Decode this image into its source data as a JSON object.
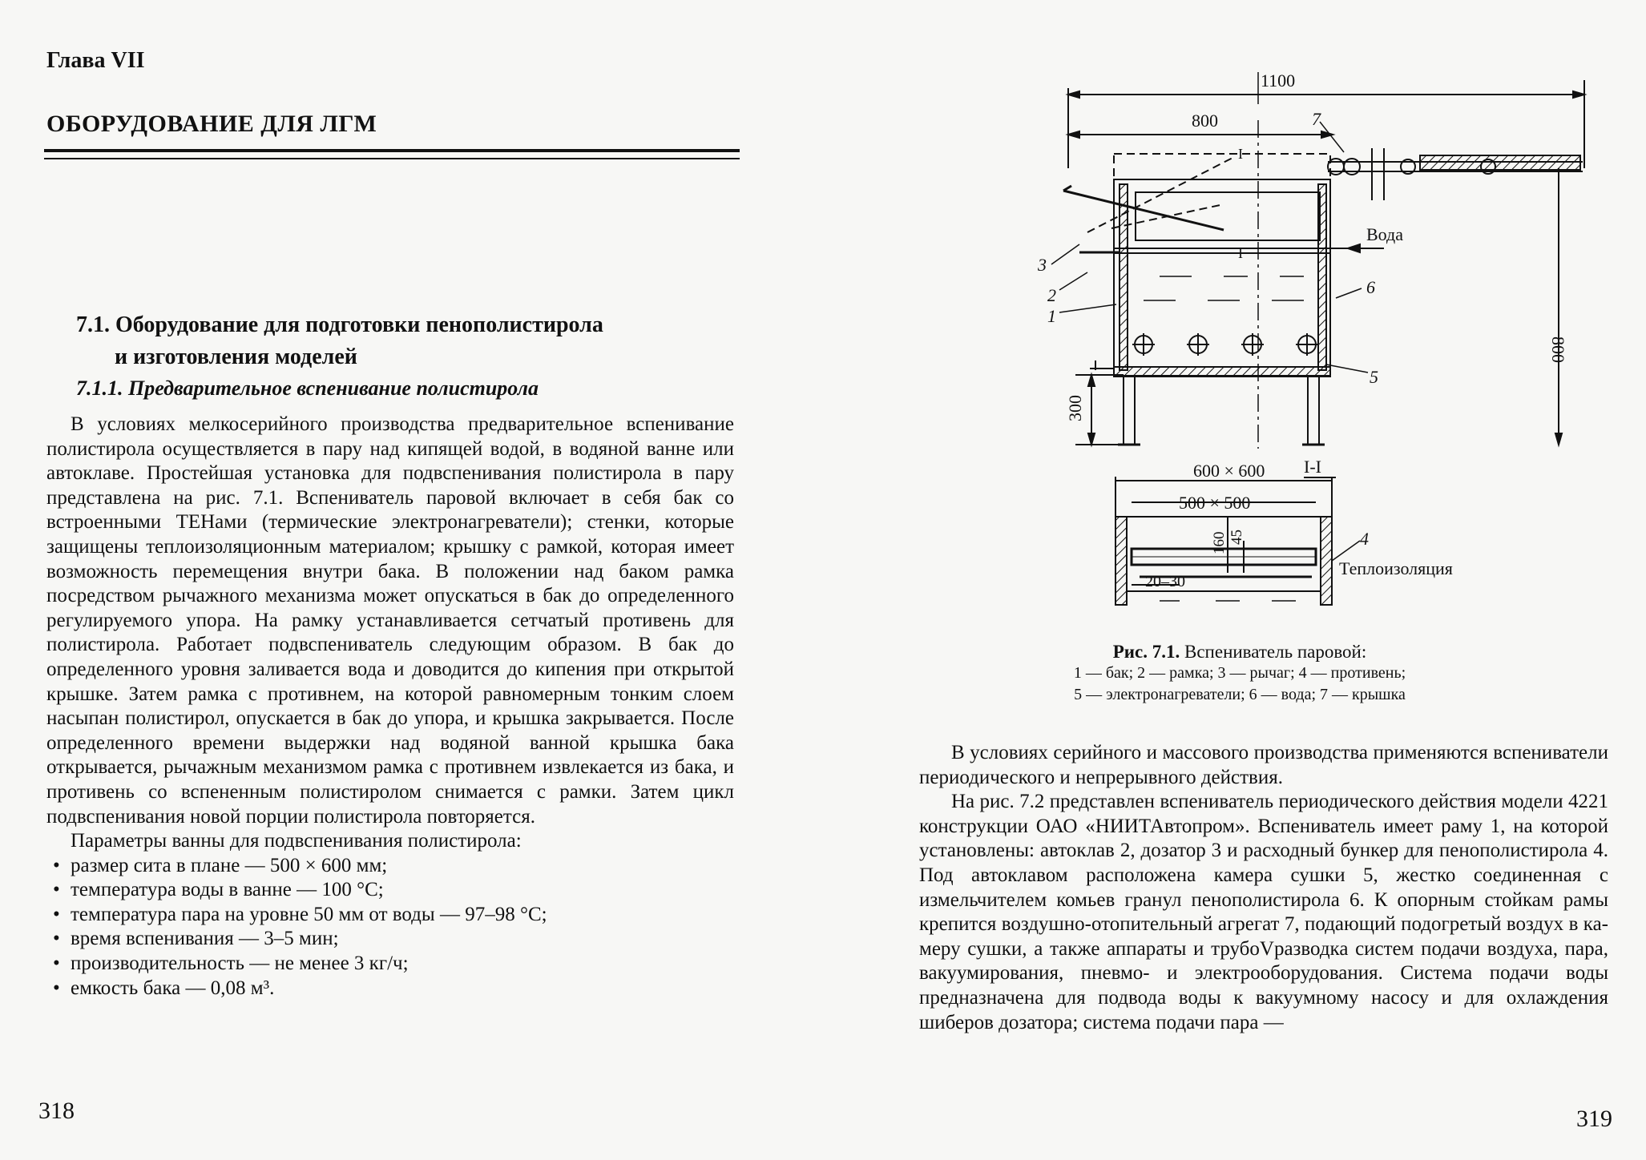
{
  "left_page": {
    "chapter_label": "Глава VII",
    "chapter_title": "ОБОРУДОВАНИЕ ДЛЯ ЛГМ",
    "section_title_line1": "7.1. Оборудование для подготовки пенополистирола",
    "section_title_line2": "и изготовления моделей",
    "subsection_title": "7.1.1. Предварительное вспенивание полистирола",
    "paragraph1": "В условиях мелкосерийного производства предварительное вспе­нивание полистирола осуществляется в пару над кипящей водой, в водяной ванне или автоклаве. Простейшая установка для подвспе­нивания полистирола в пару представлена на рис. 7.1. Вспениватель паровой включает в себя бак со встроенными ТЕНами (термические электронагреватели); стенки, которые защищены теплоизоляцион­ным материалом; крышку с рамкой, которая имеет возможность пе­ремещения внутри бака. В положении над баком рамка посредством рычажного механизма может опускаться в бак до определенного регулируемого упора. На рамку устанавливается сетчатый проти­вень для полистирола. Работает подвспениватель следующим обра­зом. В бак до определенного уровня заливается вода и доводится до кипения при открытой крышке. Затем рамка с противнем, на кото­рой равномерным тонким слоем насыпан полистирол, опускается в бак до упора, и крышка закрывается. После определенного време­ни выдержки над водяной ванной крышка бака открывается, ры­чажным механизмом рамка с противнем извлекается из бака, и про­тивень со вспененным полистиролом снимается с рамки. Затем цикл подвспенивания новой порции полистирола повторяется.",
    "params_intro": "Параметры ванны для подвспенивания полистирола:",
    "params": [
      "размер сита в плане — 500 × 600 мм;",
      "температура воды в ванне — 100 °С;",
      "температура пара на уровне 50 мм от воды — 97–98 °С;",
      "время вспенивания — 3–5 мин;",
      "производительность — не менее 3 кг/ч;",
      "емкость бака — 0,08 м³."
    ],
    "page_number": "318"
  },
  "right_page": {
    "figure": {
      "dim_1100": "1100",
      "dim_800_top": "800",
      "dim_800_side": "800",
      "dim_300": "300",
      "dim_600x600": "600 × 600",
      "dim_500x500": "500 × 500",
      "dim_160": "160",
      "dim_45": "45",
      "dim_20_30": "20–30",
      "section_mark": "I-I",
      "section_I": "I",
      "label_voda": "Вода",
      "label_teploizolyaciya": "Теплоизоляция",
      "callouts": [
        "1",
        "2",
        "3",
        "4",
        "5",
        "6",
        "7"
      ]
    },
    "caption": {
      "number": "Рис. 7.1.",
      "title": "Вспениватель паровой:",
      "line1": "1 — бак; 2 — рамка; 3 — рычаг; 4 — противень;",
      "line2": "5 — электронагреватели; 6 — вода; 7 — крышка"
    },
    "paragraph1": "В условиях серийного и массового производства применяются вспениватели периодического и непрерывного действия.",
    "paragraph2": "На рис. 7.2 представлен вспениватель периодического действия модели 4221 конструкции ОАО «НИИТАвтопром». Вспениватель имеет раму 1, на которой установлены: автоклав 2, дозатор 3 и рас­ходный бункер для пенополистирола 4. Под автоклавом располо­жена камера сушки 5, жестко соединенная с измельчителем комьев гранул пенополистирола 6. К опорным стойкам рамы крепится воз­душно-отопительный агрегат 7, подающий подогретый воздух в ка­меру сушки, а также аппараты и трубоVразводка систем подачи воз­духа, пара, вакуумирования, пневмо- и электрооборудования. Систе­ма подачи воды предназначена для подвода воды к вакуумному насосу и для охлаждения шиберов дозатора; система подачи пара —",
    "page_number": "319"
  }
}
